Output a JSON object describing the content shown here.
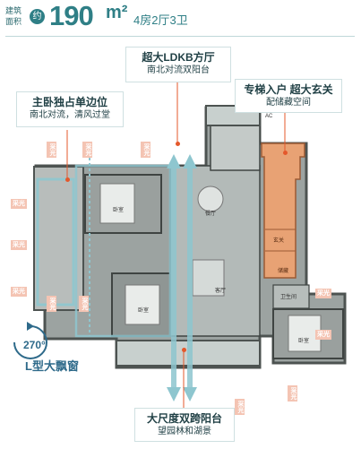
{
  "header": {
    "label_top": "建筑",
    "label_bottom": "面积",
    "approx": "约",
    "area": "190",
    "unit": "m²",
    "layout": "4房2厅3卫"
  },
  "callouts": {
    "master": {
      "title": "主卧独占单边位",
      "sub": "南北对流，清风过堂"
    },
    "ldkb": {
      "title": "超大LDKB方厅",
      "sub": "南北对流双阳台"
    },
    "entry": {
      "title": "专梯入户  超大玄关",
      "sub": "配储藏空间"
    },
    "balcony": {
      "title": "大尺度双跨阳台",
      "sub": "望园林和湖景"
    }
  },
  "window": {
    "degree": "270°",
    "label": "L型大飘窗"
  },
  "light_label": "采光",
  "rooms": {
    "bedroom": "卧室",
    "living": "客厅",
    "dining": "餐厅",
    "entry": "玄关",
    "storage": "储藏",
    "bathroom": "卫生间",
    "ac": "AC"
  },
  "colors": {
    "accent": "#2f7f86",
    "entry_fill": "#e8a274",
    "arrow": "#8ec6cf",
    "light_tag": "#f4c4b3",
    "dot": "#e4582b"
  }
}
